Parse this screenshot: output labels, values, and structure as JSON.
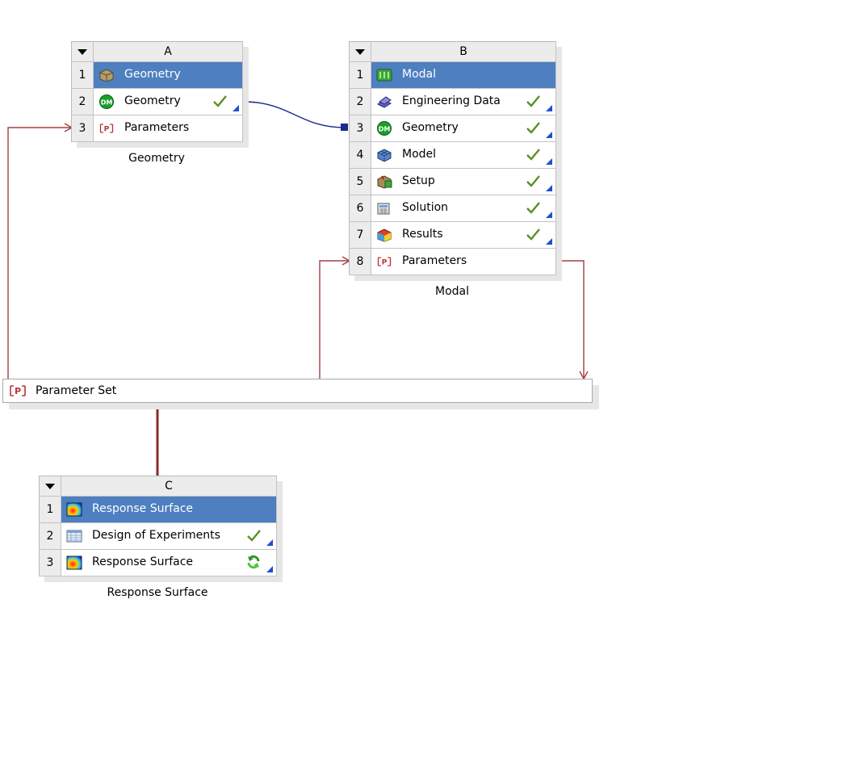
{
  "systems": [
    {
      "letter": "A",
      "caption": "Geometry",
      "rows": [
        {
          "num": "1",
          "label": "Geometry",
          "icon": "geometry-box-icon",
          "status": "none"
        },
        {
          "num": "2",
          "label": "Geometry",
          "icon": "designmodeler-icon",
          "status": "check"
        },
        {
          "num": "3",
          "label": "Parameters",
          "icon": "parameters-icon",
          "status": "none"
        }
      ]
    },
    {
      "letter": "B",
      "caption": "Modal",
      "rows": [
        {
          "num": "1",
          "label": "Modal",
          "icon": "modal-icon",
          "status": "none"
        },
        {
          "num": "2",
          "label": "Engineering Data",
          "icon": "engineering-data-icon",
          "status": "check"
        },
        {
          "num": "3",
          "label": "Geometry",
          "icon": "designmodeler-icon",
          "status": "check"
        },
        {
          "num": "4",
          "label": "Model",
          "icon": "model-icon",
          "status": "check"
        },
        {
          "num": "5",
          "label": "Setup",
          "icon": "setup-icon",
          "status": "check"
        },
        {
          "num": "6",
          "label": "Solution",
          "icon": "solution-icon",
          "status": "check"
        },
        {
          "num": "7",
          "label": "Results",
          "icon": "results-icon",
          "status": "check"
        },
        {
          "num": "8",
          "label": "Parameters",
          "icon": "parameters-icon",
          "status": "none"
        }
      ]
    },
    {
      "letter": "C",
      "caption": "Response Surface",
      "rows": [
        {
          "num": "1",
          "label": "Response Surface",
          "icon": "response-surface-icon",
          "status": "none"
        },
        {
          "num": "2",
          "label": "Design of Experiments",
          "icon": "design-of-experiments-icon",
          "status": "check"
        },
        {
          "num": "3",
          "label": "Response Surface",
          "icon": "response-surface-icon",
          "status": "refresh"
        }
      ]
    }
  ],
  "parameter_set": {
    "label": "Parameter Set",
    "icon": "parameters-icon"
  },
  "colors": {
    "title_bg": "#4d7fc1",
    "check": "#5b8f22",
    "link_blue": "#1c2a8a",
    "param_link": "#a04040"
  }
}
